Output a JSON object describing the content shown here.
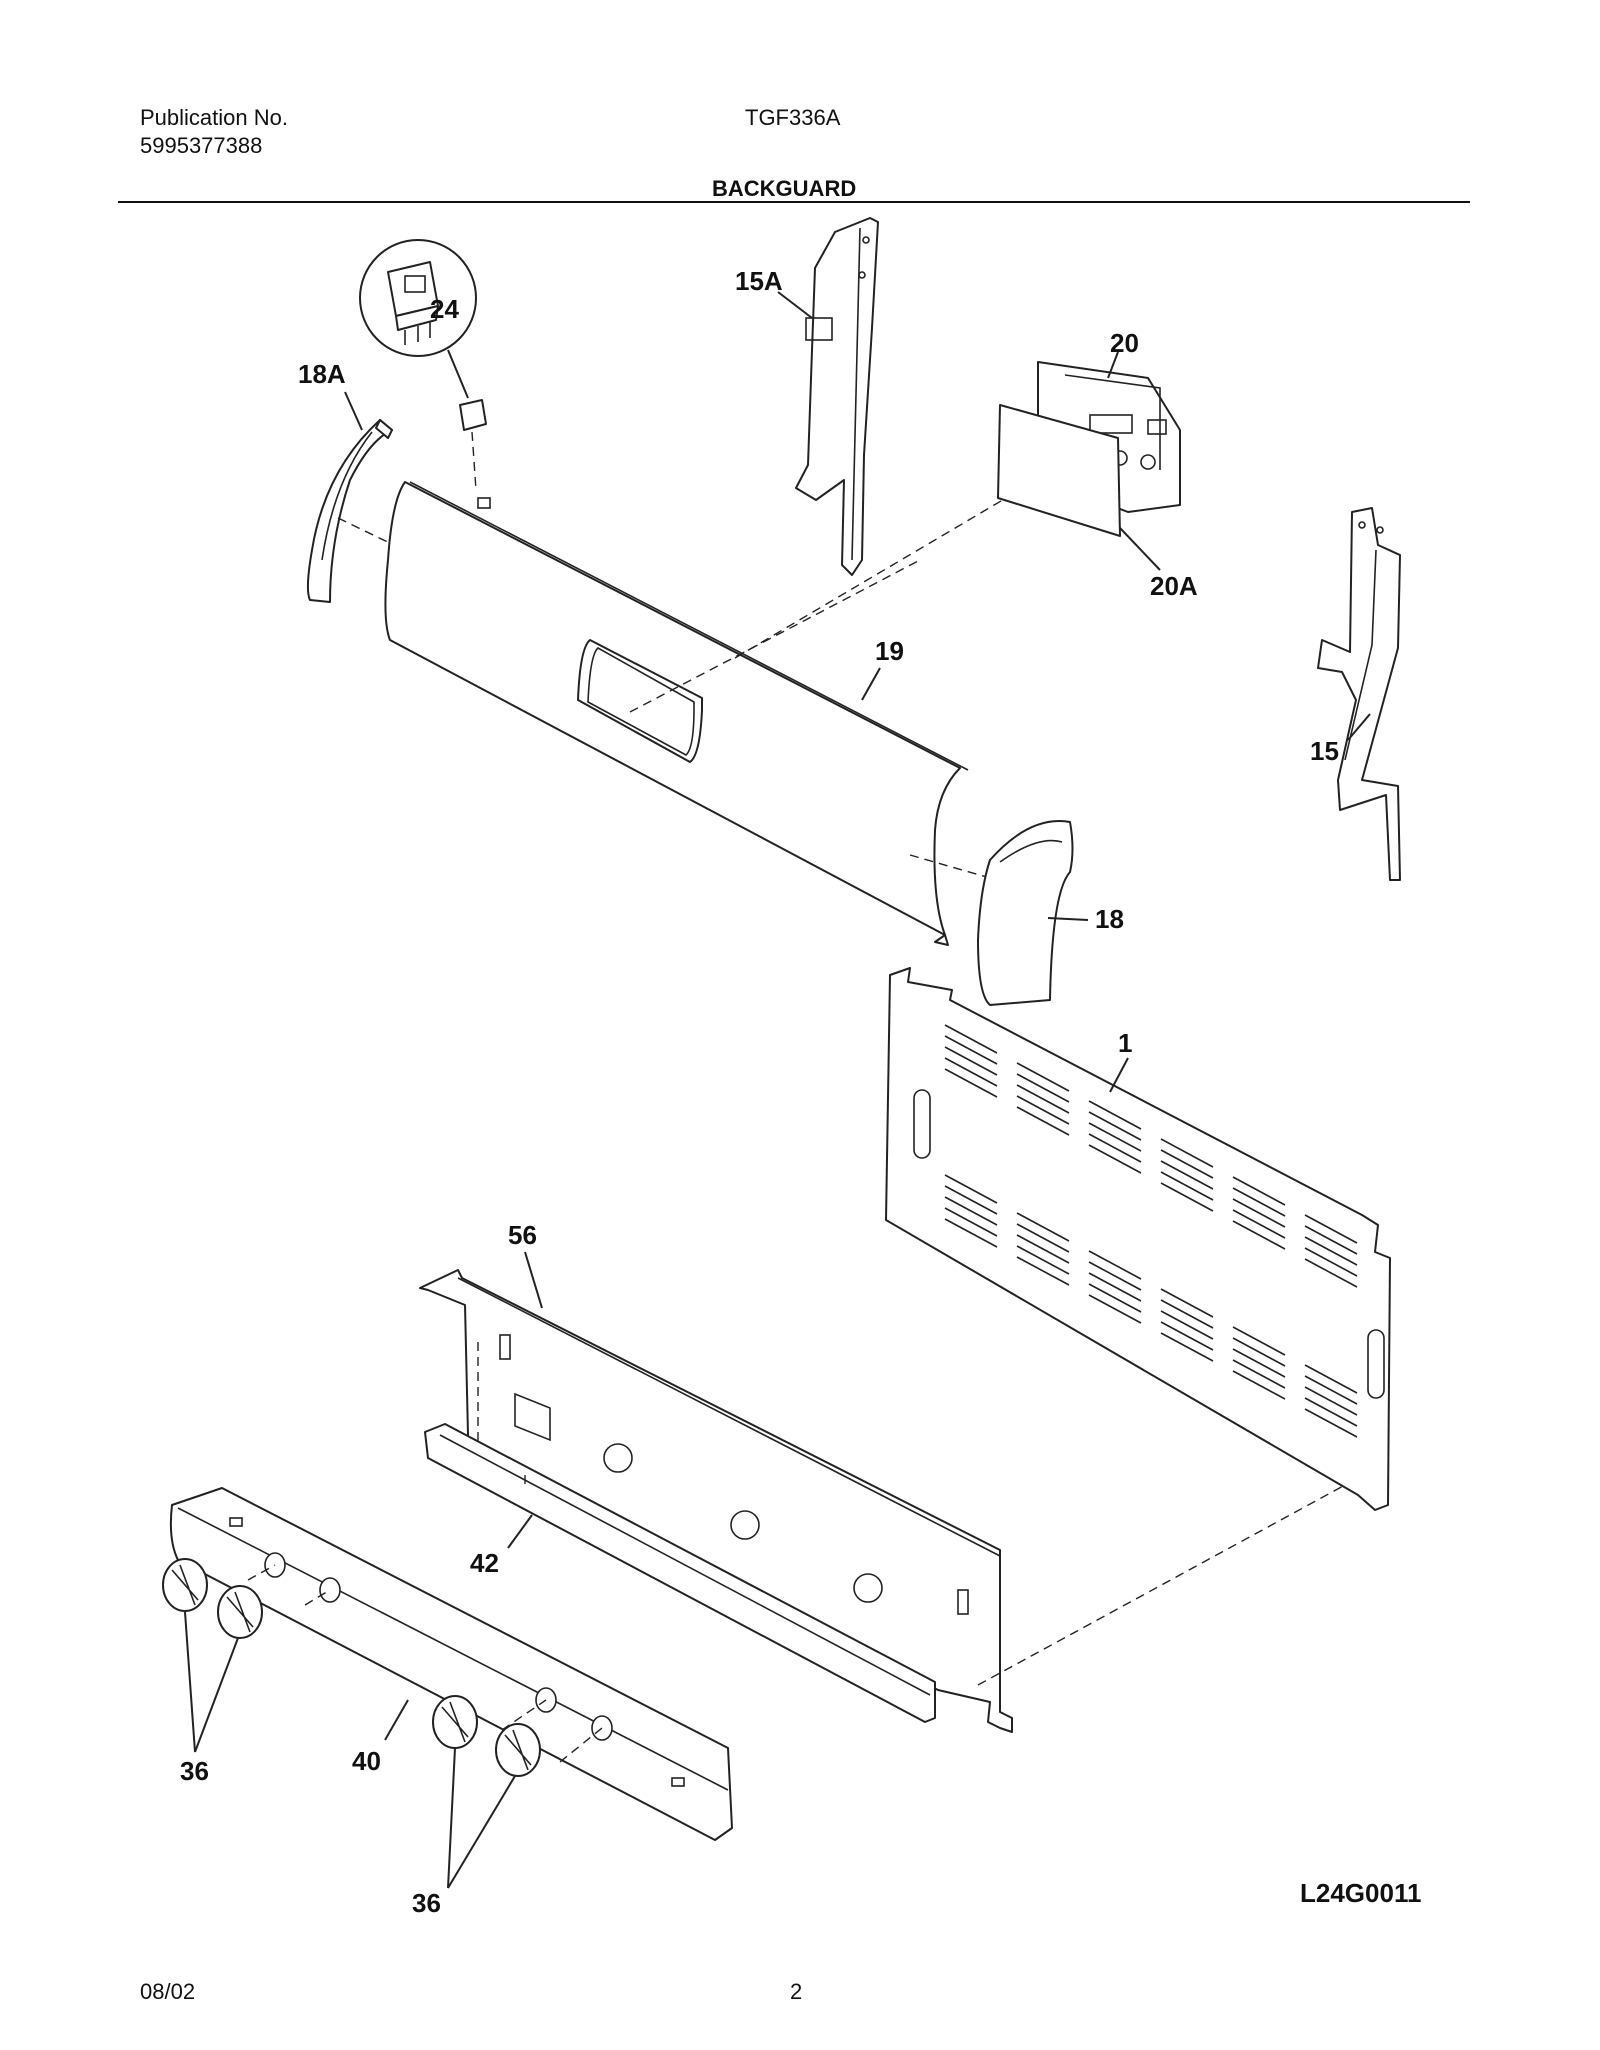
{
  "header": {
    "publication_label": "Publication No.",
    "publication_number": "5995377388",
    "model": "TGF336A",
    "section_title": "BACKGUARD"
  },
  "callouts": {
    "c1": "1",
    "c15": "15",
    "c15A": "15A",
    "c18": "18",
    "c18A": "18A",
    "c19": "19",
    "c20": "20",
    "c20A": "20A",
    "c24": "24",
    "c36a": "36",
    "c36b": "36",
    "c40": "40",
    "c42": "42",
    "c56": "56"
  },
  "drawing_code": "L24G0011",
  "footer": {
    "date": "08/02",
    "page": "2"
  }
}
